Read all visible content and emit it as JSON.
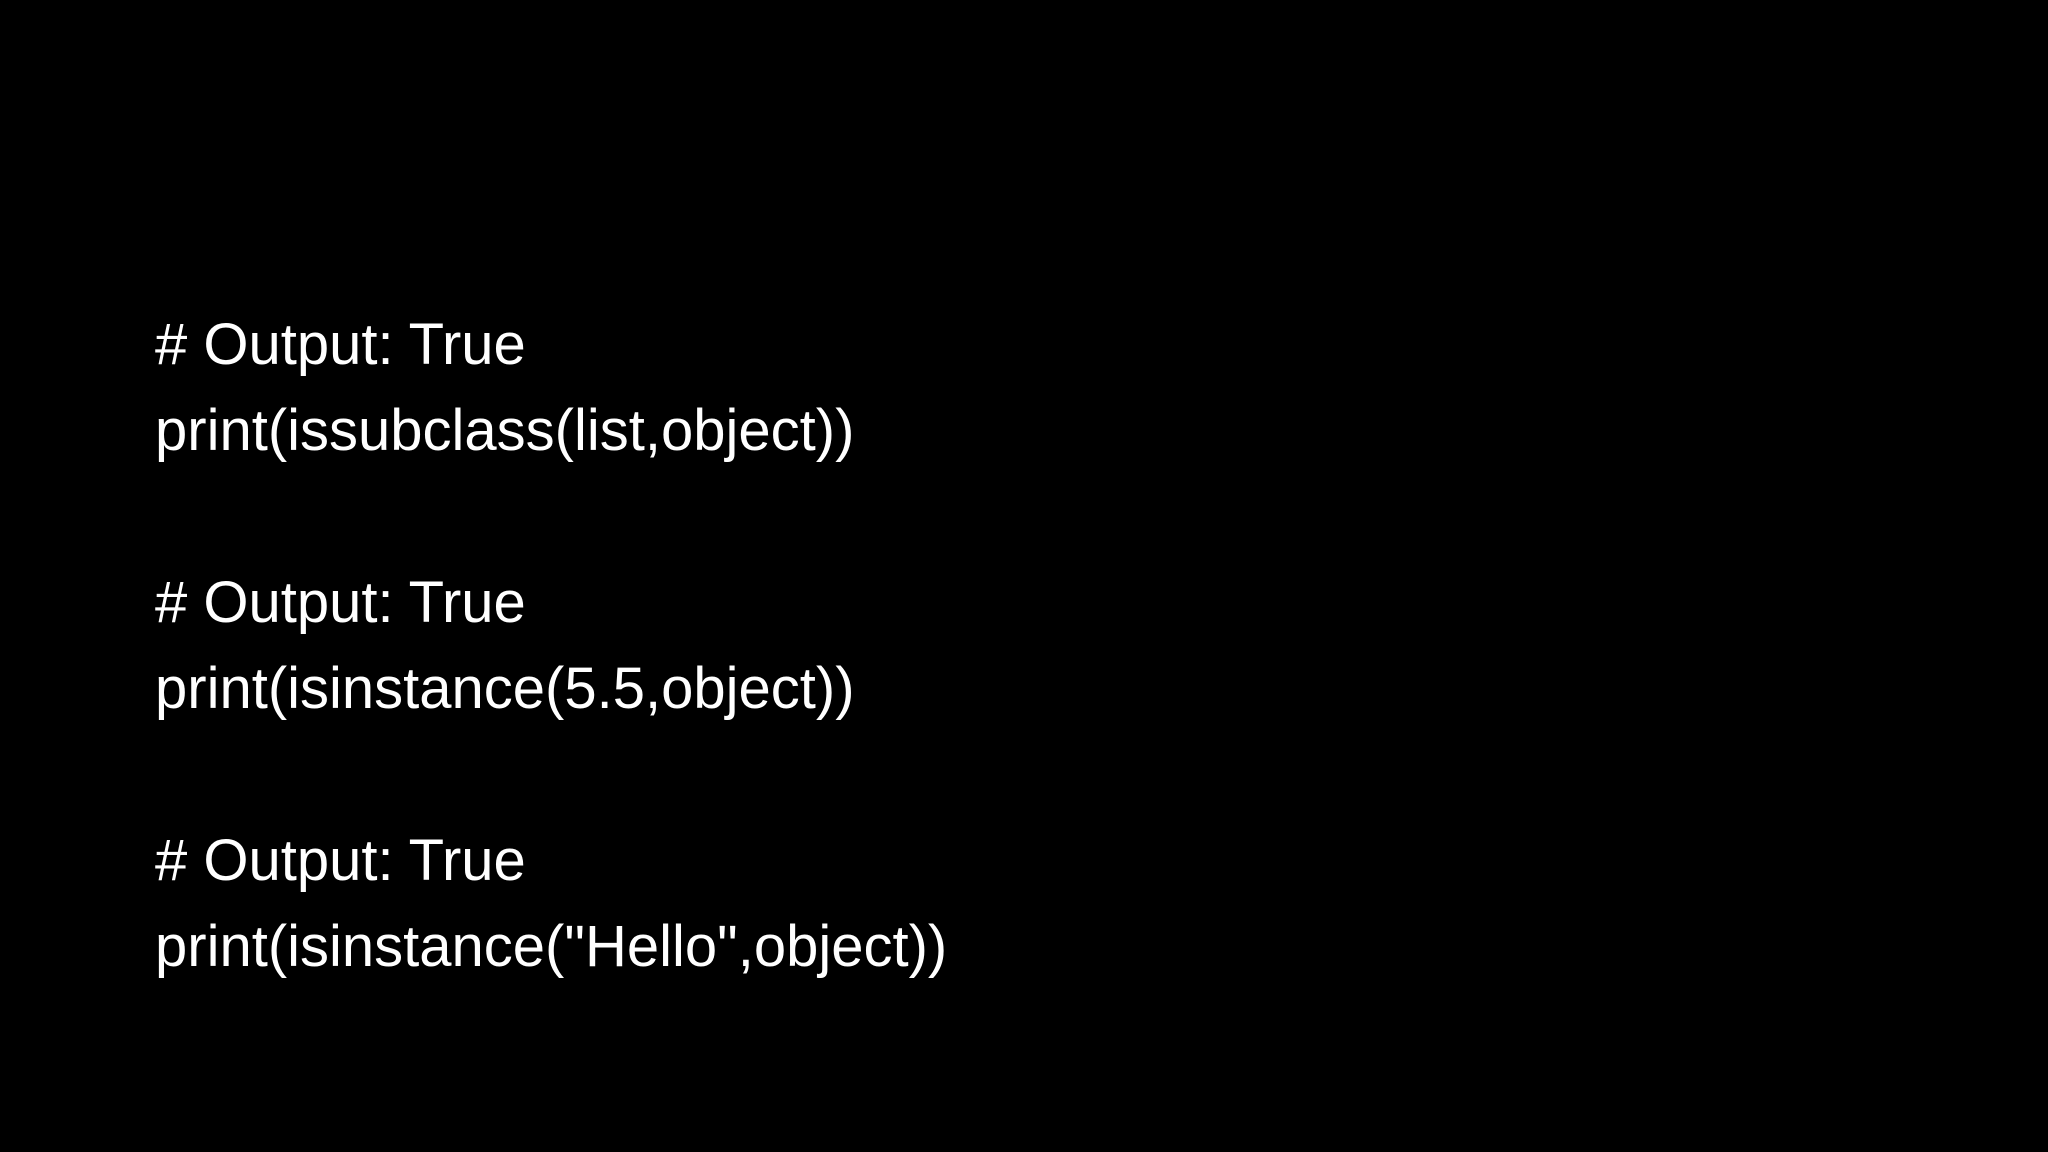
{
  "slide": {
    "background_color": "#000000",
    "text_color": "#ffffff",
    "snippets": [
      {
        "comment": "# Output: True",
        "code": "print(issubclass(list,object))"
      },
      {
        "comment": "# Output: True",
        "code": "print(isinstance(5.5,object))"
      },
      {
        "comment": "# Output: True",
        "code": "print(isinstance(\"Hello\",object))"
      }
    ]
  }
}
